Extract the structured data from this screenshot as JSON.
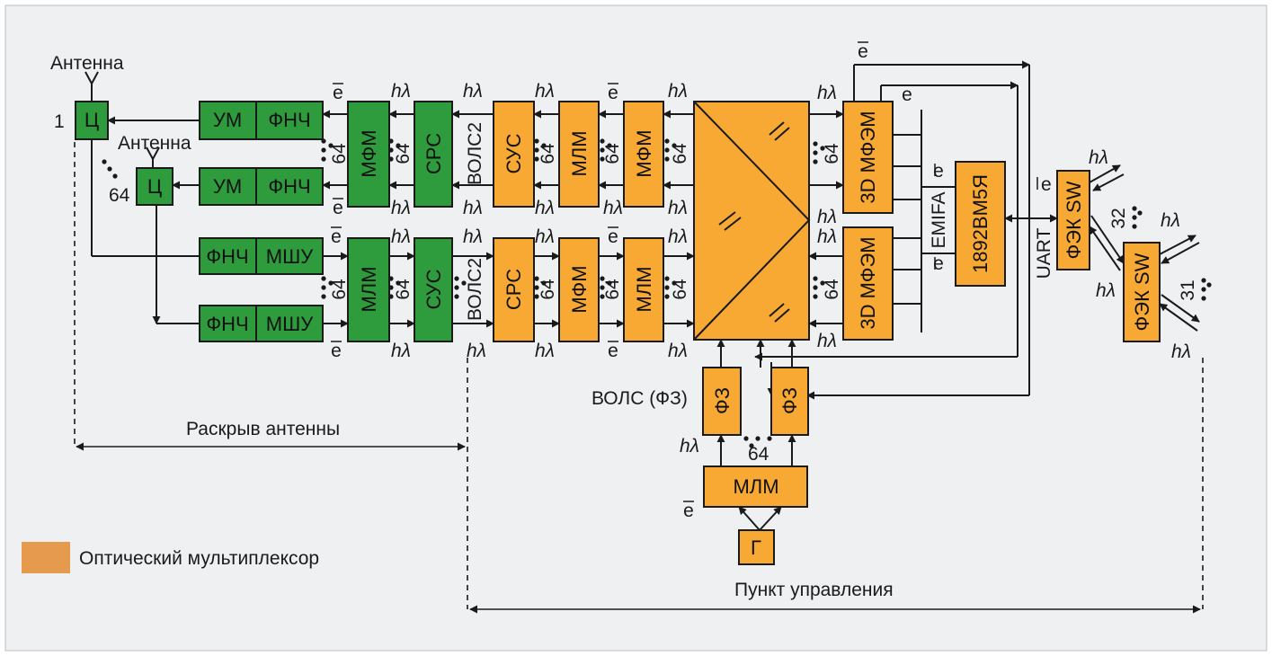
{
  "colors": {
    "green": "#2e9c3d",
    "orange": "#f7a934",
    "legend_orange": "#e59a4e",
    "line": "#1a1a1a",
    "frame_bg": "#eef0f2"
  },
  "blocks": {
    "c1": "Ц",
    "c2": "Ц",
    "um1": "УМ",
    "um2": "УМ",
    "fnch1": "ФНЧ",
    "fnch2": "ФНЧ",
    "fnch3": "ФНЧ",
    "fnch4": "ФНЧ",
    "mshu1": "МШУ",
    "mshu2": "МШУ",
    "mfm_green": "МФМ",
    "src_green": "СРС",
    "mlm_green": "МЛМ",
    "sus_green": "СУС",
    "sus_orange": "СУС",
    "mlm_orange1": "МЛМ",
    "mfm_orange1": "МФМ",
    "src_orange": "СРС",
    "mfm_orange2": "МФМ",
    "mlm_orange2": "МЛМ",
    "mfem1": "3D МФЭМ",
    "mfem2": "3D МФЭМ",
    "cpu": "1892ВМ5Я",
    "fek1": "ФЭК SW",
    "fek2": "ФЭК SW",
    "fz1": "ФЗ",
    "fz2": "ФЗ",
    "mlm_gen": "МЛМ",
    "gen": "Г"
  },
  "labels": {
    "antenna1": "Антенна",
    "antenna2": "Антенна",
    "channel_1": "1",
    "ch64": "64",
    "ch32": "32",
    "ch31": "31",
    "vols2_top": "ВОЛС2",
    "vols2_bottom": "ВОЛС2",
    "emifa": "EMIFA",
    "uart": "UART",
    "vols_fz": "ВОЛС (ФЗ)",
    "aperture": "Раскрыв антенны",
    "control_point": "Пункт управления",
    "e_sym": "e",
    "hl_sym": "hλ"
  },
  "legend": {
    "text": "Оптический мультиплексор"
  }
}
